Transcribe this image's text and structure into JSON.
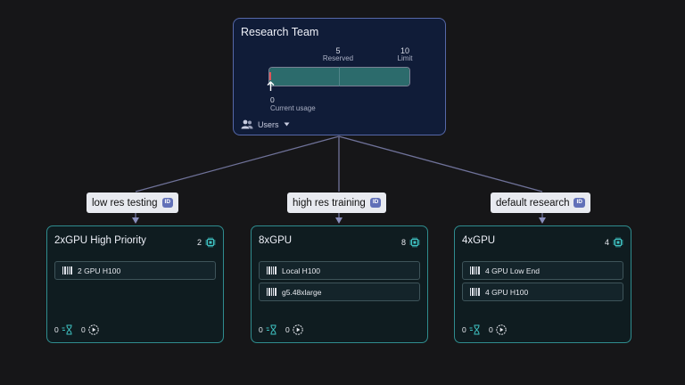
{
  "team": {
    "title": "Research Team",
    "reserved_value": "5",
    "reserved_label": "Reserved",
    "limit_value": "10",
    "limit_label": "Limit",
    "current_usage_value": "0",
    "current_usage_label": "Current usage",
    "users_label": "Users",
    "reserved_fraction": 0.5,
    "usage_fraction": 0.0
  },
  "routes": [
    {
      "label": "low res testing",
      "id_badge": "ID"
    },
    {
      "label": "high res training",
      "id_badge": "ID"
    },
    {
      "label": "default research",
      "id_badge": "ID"
    }
  ],
  "queues": [
    {
      "title": "2xGPU High Priority",
      "gpu_count": "2",
      "resources": [
        "2 GPU H100"
      ],
      "queued_count": "0",
      "running_count": "0"
    },
    {
      "title": "8xGPU",
      "gpu_count": "8",
      "resources": [
        "Local H100",
        "g5.48xlarge"
      ],
      "queued_count": "0",
      "running_count": "0"
    },
    {
      "title": "4xGPU",
      "gpu_count": "4",
      "resources": [
        "4 GPU Low End",
        "4 GPU H100"
      ],
      "queued_count": "0",
      "running_count": "0"
    }
  ],
  "colors": {
    "background": "#161618",
    "team_border": "#5668a8",
    "team_fill": "#101c38",
    "queue_border": "#2f8c8e",
    "queue_fill": "#0f1c20",
    "bar_fill": "#2c6b6c",
    "connector": "#6f7299",
    "id_chip": "#6170b8",
    "usage_marker": "#e0545a"
  },
  "icons": {
    "users": "users-icon",
    "dropdown": "caret-down-icon",
    "gpu": "chip-icon",
    "resource": "barcode-icon",
    "queued": "hourglass-icon",
    "running": "play-circle-icon",
    "usage": "arrow-up-icon"
  }
}
